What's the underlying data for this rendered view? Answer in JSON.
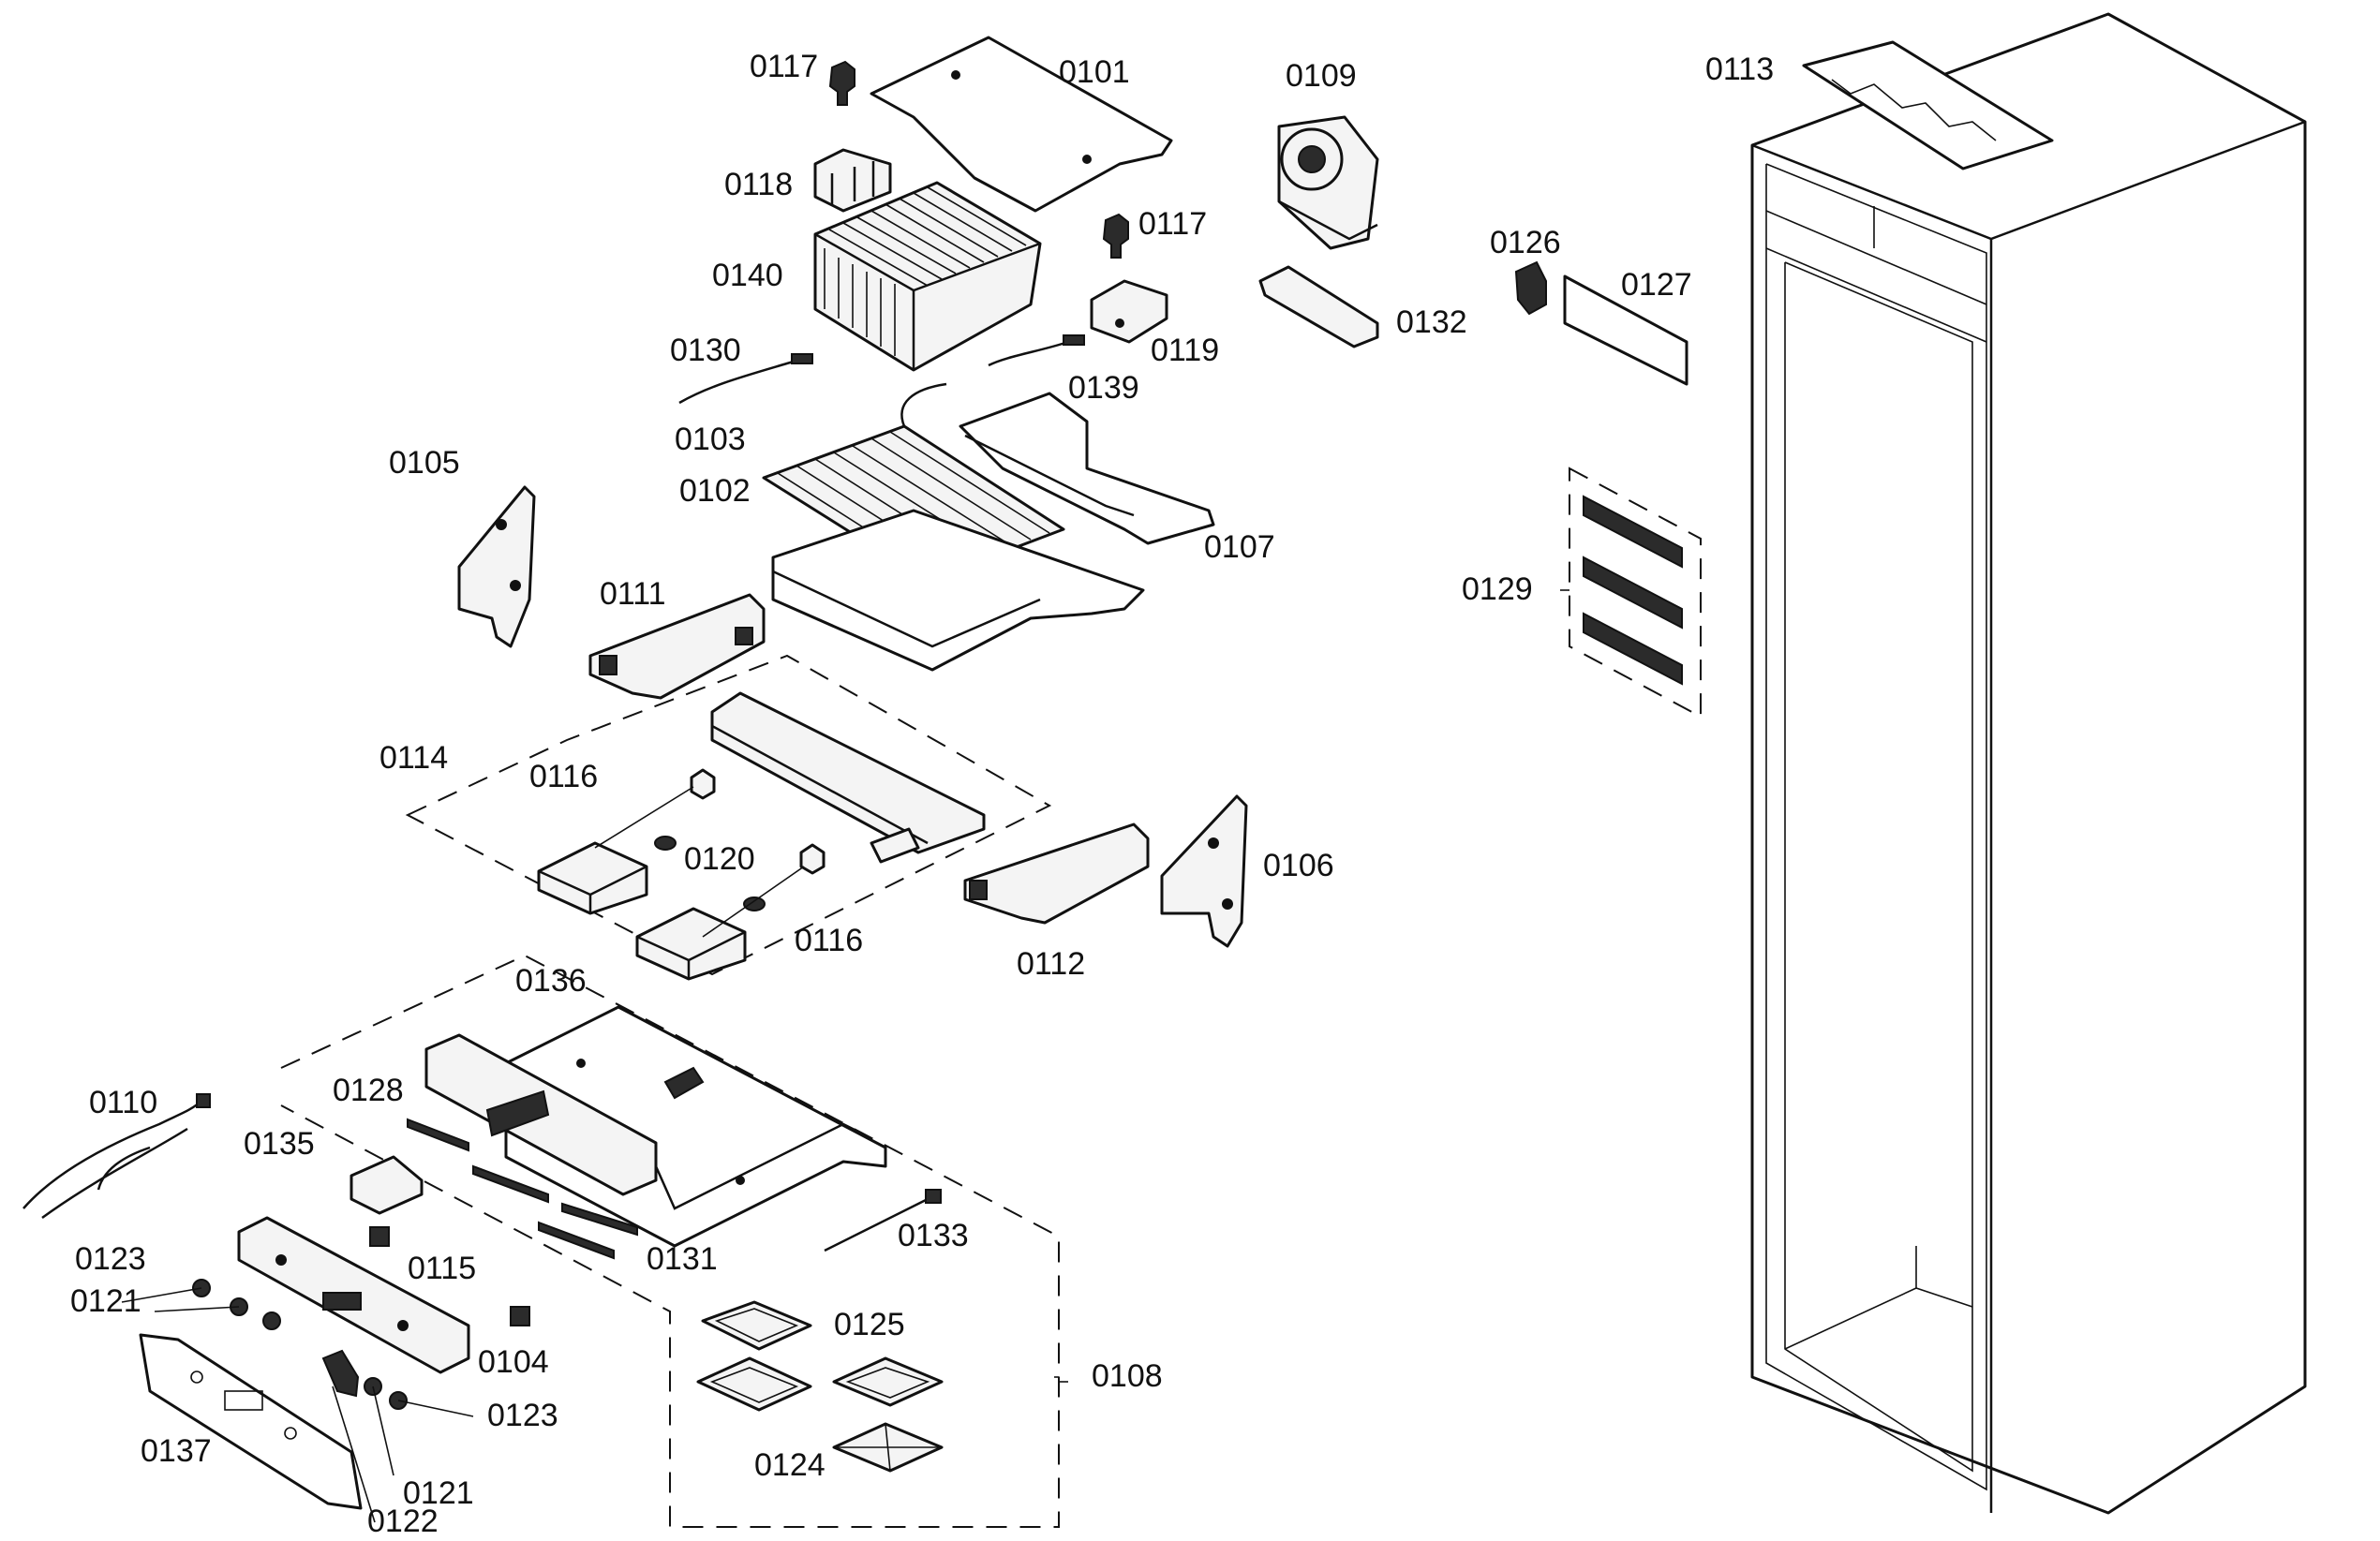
{
  "labels": {
    "l0101": "0101",
    "l0102": "0102",
    "l0103": "0103",
    "l0104": "0104",
    "l0105": "0105",
    "l0106": "0106",
    "l0107": "0107",
    "l0108": "0108",
    "l0109": "0109",
    "l0110": "0110",
    "l0111": "0111",
    "l0112": "0112",
    "l0113": "0113",
    "l0114": "0114",
    "l0115": "0115",
    "l0116a": "0116",
    "l0116b": "0116",
    "l0117a": "0117",
    "l0117b": "0117",
    "l0118": "0118",
    "l0119": "0119",
    "l0120": "0120",
    "l0121a": "0121",
    "l0121b": "0121",
    "l0122": "0122",
    "l0123a": "0123",
    "l0123b": "0123",
    "l0124": "0124",
    "l0125": "0125",
    "l0126": "0126",
    "l0127": "0127",
    "l0128": "0128",
    "l0129": "0129",
    "l0130": "0130",
    "l0131": "0131",
    "l0132": "0132",
    "l0133": "0133",
    "l0135": "0135",
    "l0136": "0136",
    "l0137": "0137",
    "l0139": "0139",
    "l0140": "0140"
  }
}
